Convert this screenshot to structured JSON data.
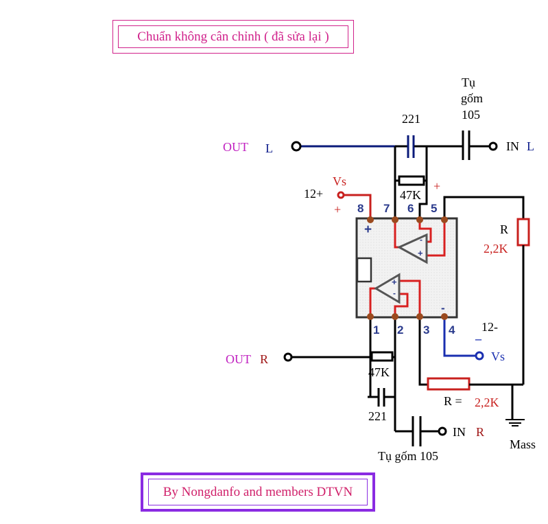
{
  "title": "Chuẩn không cân chỉnh ( đã sửa lại )",
  "credit": "By Nongdanfo and members DTVN",
  "colors": {
    "title": "#d0208a",
    "credit_text": "#d0206a",
    "credit_border": "#8a2be2",
    "wire": "#000000",
    "signal_left": "#0a1a7a",
    "negative_supply": "#1a2fb0",
    "positive_supply": "#c8201e",
    "resistor_red": "#c8201e",
    "ic_body": "#eeeeee"
  },
  "outputs": {
    "left": {
      "word": "OUT",
      "channel": "L"
    },
    "right": {
      "word": "OUT",
      "channel": "R"
    }
  },
  "inputs": {
    "left": {
      "word": "IN",
      "channel": "L"
    },
    "right": {
      "word": "IN",
      "channel": "R"
    }
  },
  "components": {
    "cap_feedback_top": "221",
    "cap_feedback_bottom": "221",
    "res_feedback_top": "47K",
    "res_feedback_bottom": "47K",
    "cap_input_top_line1": "Tụ",
    "cap_input_top_line2": "gốm",
    "cap_input_top_line3": "105",
    "cap_input_bottom": "Tụ gốm 105",
    "res_bias_right_name": "R",
    "res_bias_right_value": "2,2K",
    "res_bias_bottom_name": "R =",
    "res_bias_bottom_value": "2,2K",
    "ground": "Mass"
  },
  "supply": {
    "positive_voltage": "12+",
    "positive_name": "Vs",
    "positive_sign": "+",
    "negative_voltage": "12-",
    "negative_name": "Vs",
    "negative_sign": "–",
    "pin5_sign": "+"
  },
  "ic": {
    "pins_top": [
      "8",
      "7",
      "6",
      "5"
    ],
    "pins_bottom": [
      "1",
      "2",
      "3",
      "4"
    ],
    "vcc_mark": "+",
    "vee_mark": "-",
    "opamp_upper_minus": "-",
    "opamp_upper_plus": "+",
    "opamp_lower_plus": "+",
    "opamp_lower_minus": "-"
  }
}
